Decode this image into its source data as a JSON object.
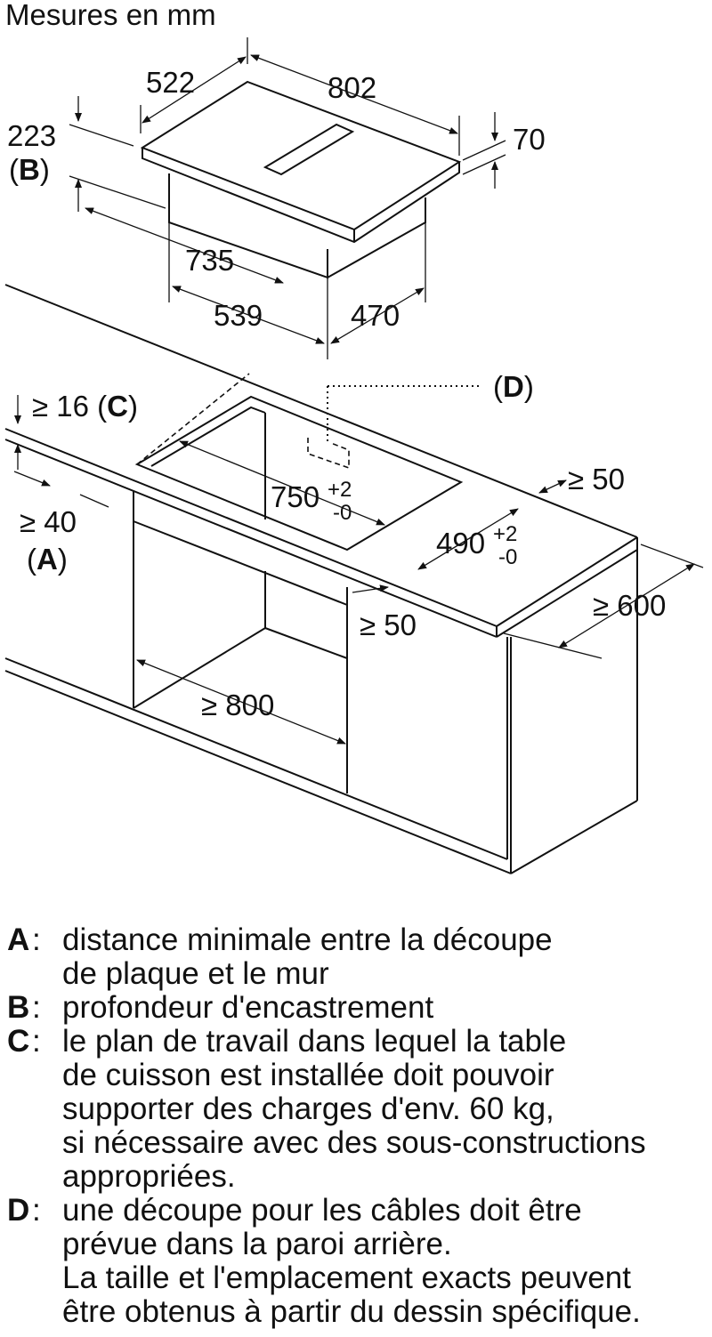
{
  "title": "Mesures en mm",
  "dims": {
    "d522": "522",
    "d802": "802",
    "d223": "223",
    "d70": "70",
    "d735": "735",
    "d539": "539",
    "d470": "470",
    "d16": "≥ 16",
    "d40": "≥ 40",
    "d750": "750",
    "d750_sup": "+2",
    "d750_sub": "-0",
    "d490": "490",
    "d490_sup": "+2",
    "d490_sub": "-0",
    "d50a": "≥ 50",
    "d50b": "≥ 50",
    "d600": "≥ 600",
    "d800": "≥ 800"
  },
  "labels": {
    "A": "A",
    "B": "B",
    "C": "C",
    "D": "D"
  },
  "legend": [
    {
      "key": "A",
      "text": "distance minimale entre la découpe\nde plaque et le mur"
    },
    {
      "key": "B",
      "text": "profondeur d'encastrement"
    },
    {
      "key": "C",
      "text": "le plan de travail dans lequel la table\nde cuisson est installée doit pouvoir\nsupporter des charges d'env. 60 kg,\nsi nécessaire avec des sous-constructions\nappropriées."
    },
    {
      "key": "D",
      "text": "une découpe pour les câbles doit être\nprévue dans la paroi arrière.\nLa taille et l'emplacement exacts peuvent\nêtre obtenus à partir du dessin spécifique."
    }
  ]
}
